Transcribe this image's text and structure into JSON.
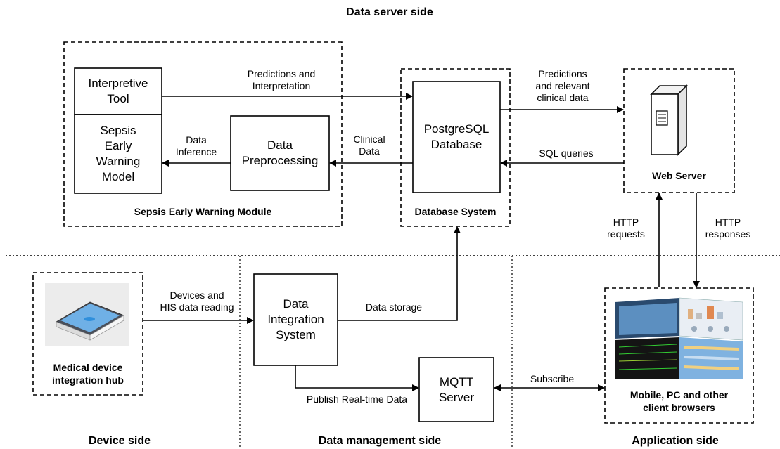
{
  "sections": {
    "top": "Data server side",
    "device": "Device side",
    "data_management": "Data management side",
    "application": "Application side"
  },
  "boxes": {
    "interpretive_tool": [
      "Interpretive",
      "Tool"
    ],
    "sepsis_model": [
      "Sepsis",
      "Early",
      "Warning",
      "Model"
    ],
    "data_preprocessing": [
      "Data",
      "Preprocessing"
    ],
    "postgresql": [
      "PostgreSQL",
      "Database"
    ],
    "data_integration": [
      "Data",
      "Integration",
      "System"
    ],
    "mqtt": [
      "MQTT",
      "Server"
    ]
  },
  "captions": {
    "sepsis_module": "Sepsis Early Warning Module",
    "database_system": "Database System",
    "web_server": "Web Server",
    "medical_hub": [
      "Medical device",
      "integration hub"
    ],
    "clients": [
      "Mobile, PC and other",
      "client browsers"
    ]
  },
  "edges": {
    "predictions_interpretation": [
      "Predictions and",
      "Interpretation"
    ],
    "data_inference": [
      "Data",
      "Inference"
    ],
    "clinical_data": [
      "Clinical",
      "Data"
    ],
    "predictions_relevant": [
      "Predictions",
      "and relevant",
      "clinical data"
    ],
    "sql_queries": "SQL queries",
    "http_requests": [
      "HTTP",
      "requests"
    ],
    "http_responses": [
      "HTTP",
      "responses"
    ],
    "devices_his": [
      "Devices and",
      "HIS data reading"
    ],
    "data_storage": "Data storage",
    "publish_realtime": "Publish Real-time Data",
    "subscribe": "Subscribe"
  },
  "icons": {
    "server": "server-tower-icon",
    "hub": "tablet-device-icon",
    "dashboards": "dashboard-screens-icon"
  }
}
